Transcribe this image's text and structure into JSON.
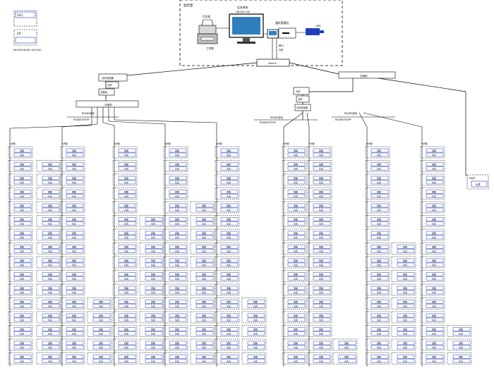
{
  "colors": {
    "line": "#000000",
    "node_border": "#1f3fbf",
    "dashed": "#000000",
    "text": "#000000",
    "monitor_screen": "#2f7fbf",
    "ups_fill": "#1f3fbf"
  },
  "legend": {
    "item1": "1#1",
    "item2": "2#",
    "note": "1#/2#/3#/4# 4#1/2#"
  },
  "control_room": {
    "title": "监控室",
    "printer_label": "打印机",
    "pc_label": "工控机",
    "monitor_caption_1": "后台系统",
    "monitor_caption_2": "HB-AM-700",
    "gateway_label": "通讯管理机",
    "ups_label": "UPS",
    "small_label_1": "串口",
    "small_label_2": "光纤",
    "comm_box": "Switch"
  },
  "left_trunk": {
    "box_a": "光纤收发器",
    "box_b": "光纤",
    "box_c": "交换机",
    "switch": "交换机",
    "bus_label": "RS485总线",
    "bus_sub": "RS485/TCP/IP"
  },
  "right_trunk": {
    "switch_label": "交换机",
    "box_a": "光纤",
    "box_b": "光纤",
    "box_c": "光纤收发器",
    "bus_label_1": "RS485总线",
    "bus_sub_1": "RS485/TCP/IP",
    "bus_label_2": "RS485总线",
    "bus_sub_2": "RS485/TCP/IP"
  },
  "far_right_box": {
    "title": "1#AP",
    "inner": "仪表"
  },
  "device": {
    "top": "回路",
    "bottom": "仪表"
  },
  "columns": [
    {
      "header": "1#柜",
      "sub": "AA1",
      "count": 16
    },
    {
      "header": "",
      "sub": "",
      "count": 15
    },
    {
      "header": "2#柜",
      "sub": "AA2",
      "count": 16
    },
    {
      "header": "",
      "sub": "",
      "count": 5
    },
    {
      "header": "3#柜",
      "sub": "AA3",
      "count": 16
    },
    {
      "header": "",
      "sub": "",
      "count": 11
    },
    {
      "header": "4#柜",
      "sub": "AA4",
      "count": 16
    },
    {
      "header": "",
      "sub": "",
      "count": 12
    },
    {
      "header": "5#柜",
      "sub": "AA5",
      "count": 16
    },
    {
      "header": "",
      "sub": "",
      "count": 5
    },
    {
      "header": "6#柜",
      "sub": "AA6",
      "count": 16
    },
    {
      "header": "7#柜",
      "sub": "AA7",
      "count": 16
    },
    {
      "header": "",
      "sub": "",
      "count": 2
    },
    {
      "header": "8#柜",
      "sub": "AA8",
      "count": 16
    },
    {
      "header": "",
      "sub": "",
      "count": 9
    },
    {
      "header": "9#柜",
      "sub": "AA9",
      "count": 16
    },
    {
      "header": "",
      "sub": "",
      "count": 3
    }
  ]
}
